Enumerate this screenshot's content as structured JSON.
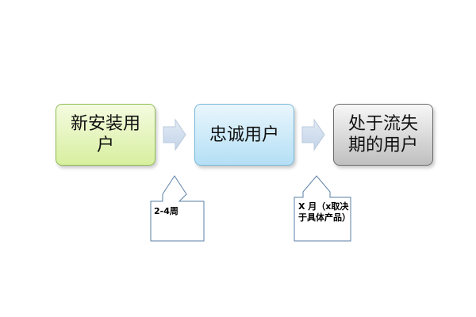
{
  "stages": [
    {
      "text": "新安装用户"
    },
    {
      "text": "忠诚用户"
    },
    {
      "text": "处于流失期的用户"
    }
  ],
  "callouts": [
    {
      "text": "2-4周"
    },
    {
      "text": "X 月（x取决于具体产品）"
    }
  ],
  "colors": {
    "new_fill_top": "#f4fbe0",
    "new_fill_bottom": "#d8ef9f",
    "loyal_fill_top": "#e9f6fd",
    "loyal_fill_bottom": "#b4dff5",
    "churn_fill_top": "#f7f7f7",
    "churn_fill_bottom": "#bfbfbf",
    "flow_arrow": "#cfdcec"
  }
}
